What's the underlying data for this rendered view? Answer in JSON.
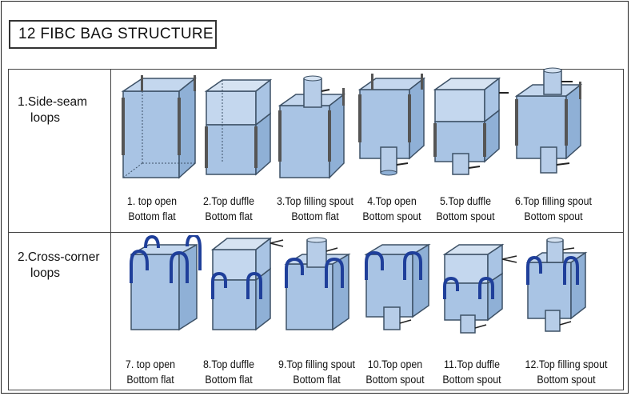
{
  "title": "12 FIBC BAG STRUCTURE",
  "rows": [
    {
      "label_1": "1.Side-seam",
      "label_2": "loops"
    },
    {
      "label_1": "2.Cross-corner",
      "label_2": "loops"
    }
  ],
  "items": [
    {
      "line1": "1. top  open",
      "line2": "Bottom flat"
    },
    {
      "line1": "2.Top duffle",
      "line2": "Bottom flat"
    },
    {
      "line1": "3.Top filling spout",
      "line2": "Bottom flat"
    },
    {
      "line1": "4.Top open",
      "line2": "Bottom spout"
    },
    {
      "line1": "5.Top duffle",
      "line2": "Bottom spout"
    },
    {
      "line1": "6.Top filling spout",
      "line2": "Bottom spout"
    },
    {
      "line1": "7. top  open",
      "line2": "Bottom flat"
    },
    {
      "line1": "8.Top duffle",
      "line2": "Bottom flat"
    },
    {
      "line1": "9.Top filling spout",
      "line2": "Bottom flat"
    },
    {
      "line1": "10.Top open",
      "line2": "Bottom spout"
    },
    {
      "line1": "11.Top duffle",
      "line2": "Bottom spout"
    },
    {
      "line1": "12.Top filling spout",
      "line2": "Bottom spout"
    }
  ],
  "colors": {
    "bag_fill": "#a9c4e4",
    "bag_stroke": "#3d5166",
    "loop_dark": "#555555",
    "loop_blue": "#1f3f9a"
  }
}
